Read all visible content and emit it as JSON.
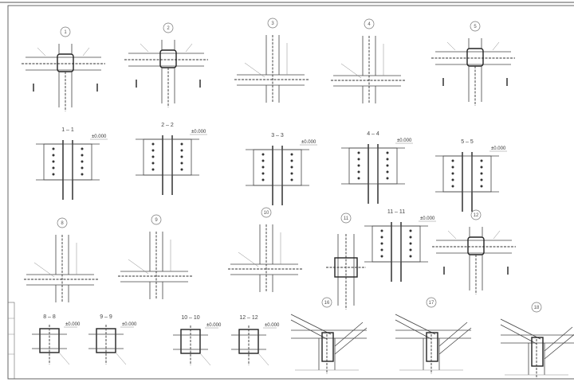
{
  "sheet": {
    "details": [
      {
        "label": "1",
        "kind": "circle"
      },
      {
        "label": "2",
        "kind": "circle"
      },
      {
        "label": "3",
        "kind": "circle"
      },
      {
        "label": "4",
        "kind": "circle"
      },
      {
        "label": "5",
        "kind": "circle"
      },
      {
        "label": "1 – 1",
        "kind": "section"
      },
      {
        "label": "2 – 2",
        "kind": "section"
      },
      {
        "label": "3 – 3",
        "kind": "section"
      },
      {
        "label": "4 – 4",
        "kind": "section"
      },
      {
        "label": "5 – 5",
        "kind": "section"
      },
      {
        "label": "8",
        "kind": "circle"
      },
      {
        "label": "9",
        "kind": "circle"
      },
      {
        "label": "10",
        "kind": "circle"
      },
      {
        "label": "11",
        "kind": "circle"
      },
      {
        "label": "11 – 11",
        "kind": "section"
      },
      {
        "label": "12",
        "kind": "circle"
      },
      {
        "label": "8 – 8",
        "kind": "section"
      },
      {
        "label": "9 – 9",
        "kind": "section"
      },
      {
        "label": "10 – 10",
        "kind": "section"
      },
      {
        "label": "12 – 12",
        "kind": "section"
      },
      {
        "label": "16",
        "kind": "circle"
      },
      {
        "label": "17",
        "kind": "circle"
      },
      {
        "label": "18",
        "kind": "circle"
      }
    ],
    "elevation_mark": "±0.000"
  }
}
